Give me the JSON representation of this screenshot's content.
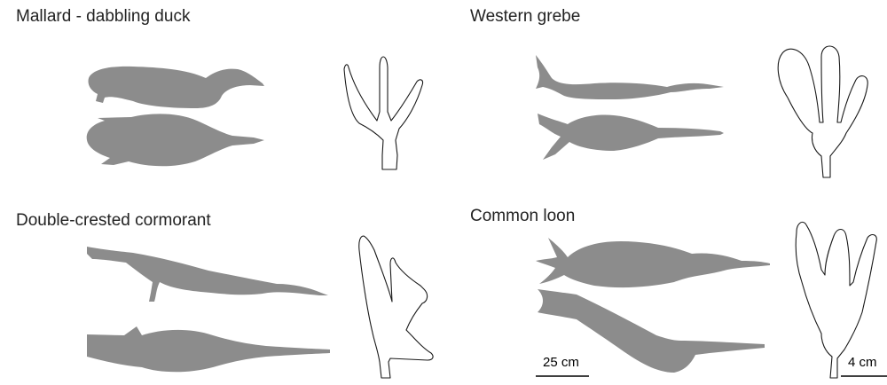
{
  "panels": [
    {
      "title": "Mallard - dabbling duck"
    },
    {
      "title": "Western grebe"
    },
    {
      "title": "Double-crested cormorant"
    },
    {
      "title": "Common loon"
    }
  ],
  "scale_bars": {
    "body": "25 cm",
    "foot": "4 cm"
  },
  "colors": {
    "silhouette": "#8c8c8c",
    "foot_outline": "#1a1a1a"
  }
}
